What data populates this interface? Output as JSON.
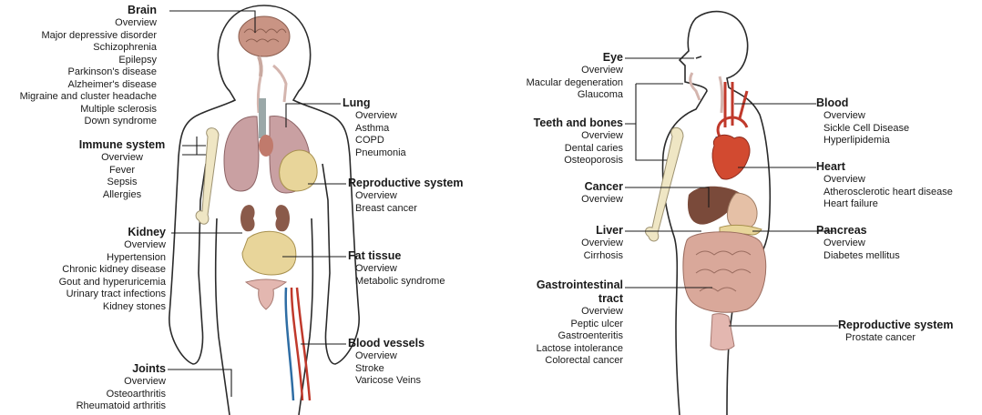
{
  "diagrams": {
    "left": {
      "brain": {
        "title": "Brain",
        "items": [
          "Overview",
          "Major depressive disorder",
          "Schizophrenia",
          "Epilepsy",
          "Parkinson's disease",
          "Alzheimer's disease",
          "Migraine and cluster headache",
          "Multiple sclerosis",
          "Down syndrome"
        ]
      },
      "immune": {
        "title": "Immune system",
        "items": [
          "Overview",
          "Fever",
          "Sepsis",
          "Allergies"
        ]
      },
      "kidney": {
        "title": "Kidney",
        "items": [
          "Overview",
          "Hypertension",
          "Chronic kidney disease",
          "Gout and hyperuricemia",
          "Urinary tract infections",
          "Kidney stones"
        ]
      },
      "joints": {
        "title": "Joints",
        "items": [
          "Overview",
          "Osteoarthritis",
          "Rheumatoid arthritis"
        ]
      },
      "lung": {
        "title": "Lung",
        "items": [
          "Overview",
          "Asthma",
          "COPD",
          "Pneumonia"
        ]
      },
      "repro_f": {
        "title": "Reproductive system",
        "items": [
          "Overview",
          "Breast cancer"
        ]
      },
      "fat": {
        "title": "Fat tissue",
        "items": [
          "Overview",
          "Metabolic syndrome"
        ]
      },
      "vessels": {
        "title": "Blood vessels",
        "items": [
          "Overview",
          "Stroke",
          "Varicose Veins"
        ]
      }
    },
    "right": {
      "eye": {
        "title": "Eye",
        "items": [
          "Overview",
          "Macular degeneration",
          "Glaucoma"
        ]
      },
      "teeth": {
        "title": "Teeth and bones",
        "items": [
          "Overview",
          "Dental caries",
          "Osteoporosis"
        ]
      },
      "cancer": {
        "title": "Cancer",
        "items": [
          "Overview"
        ]
      },
      "liver": {
        "title": "Liver",
        "items": [
          "Overview",
          "Cirrhosis"
        ]
      },
      "gi": {
        "title_line1": "Gastrointestinal",
        "title_line2": "tract",
        "items": [
          "Overview",
          "Peptic ulcer",
          "Gastroenteritis",
          "Lactose intolerance",
          "Colorectal cancer"
        ]
      },
      "blood": {
        "title": "Blood",
        "items": [
          "Overview",
          "Sickle Cell Disease",
          "Hyperlipidemia"
        ]
      },
      "heart": {
        "title": "Heart",
        "items": [
          "Overview",
          "Atherosclerotic heart disease",
          "Heart failure"
        ]
      },
      "pancreas": {
        "title": "Pancreas",
        "items": [
          "Overview",
          "Diabetes mellitus"
        ]
      },
      "repro_m": {
        "title": "Reproductive system",
        "items": [
          "Prostate cancer"
        ]
      }
    }
  },
  "colors": {
    "outline": "#2b2b2b",
    "brain": "#c99484",
    "lung": "#c9a0a2",
    "fat": "#e8d59a",
    "bone": "#efe6c4",
    "kidney": "#8a5a4a",
    "liver": "#7a4a3a",
    "heart": "#d24a30",
    "artery": "#c0392b",
    "vein": "#2e6da4",
    "intestine": "#d9a89a",
    "stomach": "#e5c0a6"
  }
}
